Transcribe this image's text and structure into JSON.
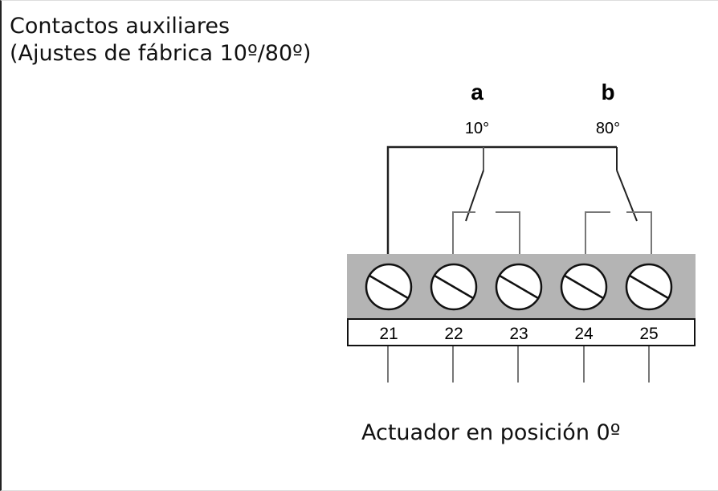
{
  "title": {
    "line1": "Contactos auxiliares",
    "line2": "(Ajustes de fábrica 10º/80º)"
  },
  "switches": [
    {
      "letter": "a",
      "angle": "10°"
    },
    {
      "letter": "b",
      "angle": "80°"
    }
  ],
  "terminals": [
    "21",
    "22",
    "23",
    "24",
    "25"
  ],
  "caption": "Actuador en posición 0º"
}
